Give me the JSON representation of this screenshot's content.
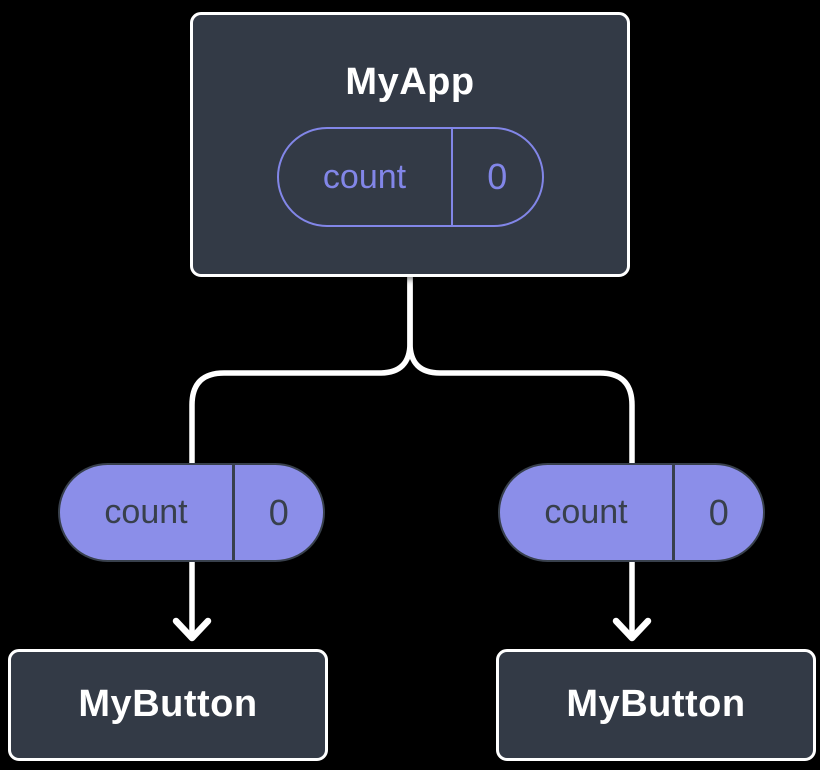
{
  "diagram": {
    "description": "Component tree: parent app holds state and passes it as props to two child buttons",
    "colors": {
      "background": "#000000",
      "node_fill": "#333a46",
      "node_border": "#ffffff",
      "node_text": "#ffffff",
      "state_outline_accent": "#8286e8",
      "prop_pill_fill": "#8b8ee9",
      "prop_pill_text": "#38404c",
      "connector": "#ffffff"
    },
    "root_node": {
      "title": "MyApp",
      "state": {
        "name": "count",
        "value": "0"
      }
    },
    "passed_props": [
      {
        "name": "count",
        "value": "0"
      },
      {
        "name": "count",
        "value": "0"
      }
    ],
    "child_nodes": [
      {
        "title": "MyButton"
      },
      {
        "title": "MyButton"
      }
    ]
  }
}
